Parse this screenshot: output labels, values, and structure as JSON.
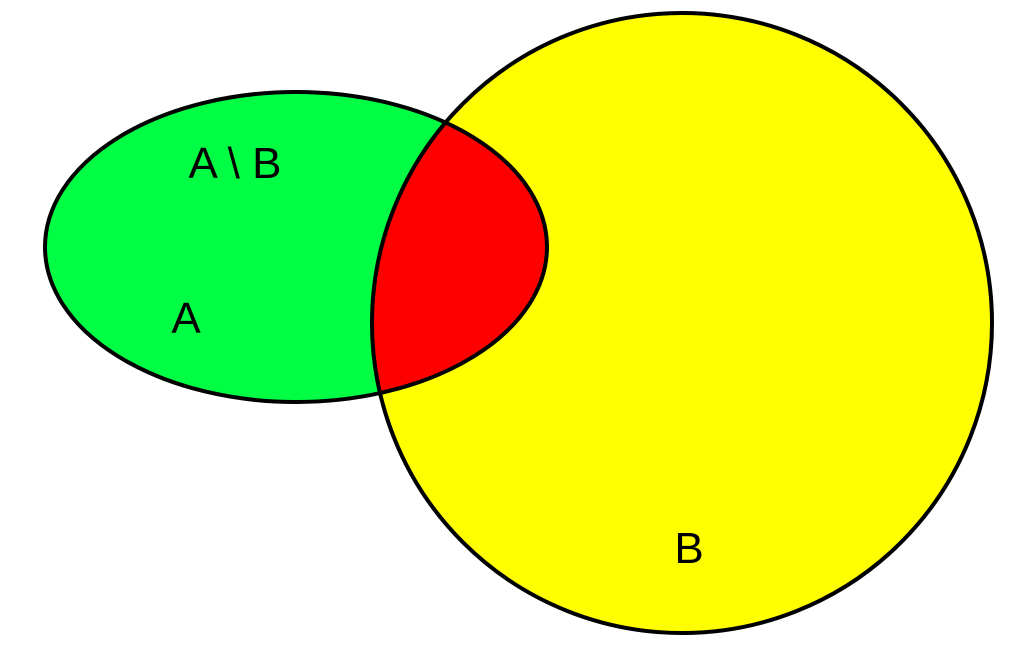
{
  "diagram": {
    "labels": {
      "difference": "A \\ B",
      "set_a": "A",
      "set_b": "B"
    },
    "colors": {
      "set_a_fill": "#00ff44",
      "set_b_fill": "#ffff00",
      "intersection_fill": "#ff0000",
      "outline": "#000000",
      "background": "#ffffff"
    }
  }
}
